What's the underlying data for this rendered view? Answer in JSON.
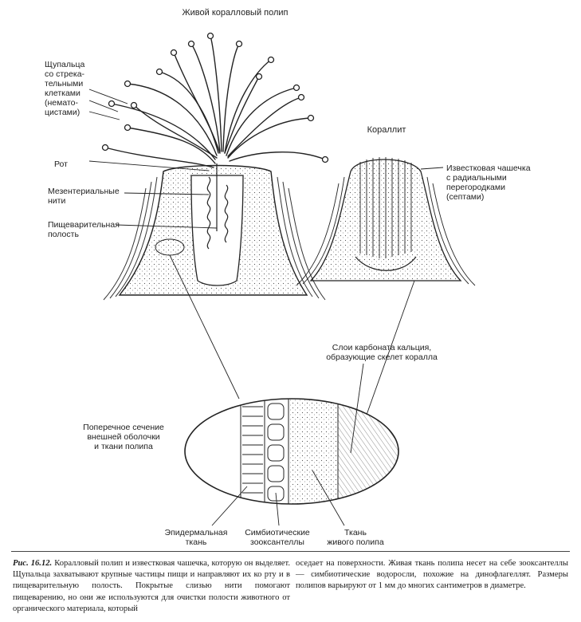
{
  "figure": {
    "title_polyp": "Живой коралловый полип",
    "title_corallite": "Кораллит",
    "labels": {
      "tentacles": [
        "Щупальца",
        "со стрека-",
        "тельными",
        "клетками",
        "(немато-",
        "цистами)"
      ],
      "mouth": "Рот",
      "mesenterial": [
        "Мезентериальные",
        "нити"
      ],
      "cavity": [
        "Пищеварительная",
        "полость"
      ],
      "cup": [
        "Известковая чашечка",
        "с радиальными",
        "перегородками",
        "(септами)"
      ],
      "carbonate": [
        "Слои карбоната кальция,",
        "образующие скелет коралла"
      ],
      "cross_section": [
        "Поперечное сечение",
        "внешней оболочки",
        "и ткани полипа"
      ],
      "epidermal": [
        "Эпидермальная",
        "ткань"
      ],
      "zooxanthellae": [
        "Симбиотические",
        "зооксантеллы"
      ],
      "living_tissue": [
        "Ткань",
        "живого полипа"
      ]
    }
  },
  "caption": {
    "number": "Рис. 16.12.",
    "left_text": "Коралловый полип и известковая чашечка, которую он выделяет. Щупальца захватывают крупные частицы пищи и направляют их ко рту и в пищеварительную полость. Покрытые слизью нити помогают пищеварению, но они же используются для очистки полости животного от органического материала, который",
    "right_text": "оседает на поверхности. Живая ткань полипа несет на себе зооксантеллы — симбиотические водоросли, похожие на динофлагеллят. Размеры полипов варьируют от 1 мм до многих сантиметров в диаметре."
  }
}
